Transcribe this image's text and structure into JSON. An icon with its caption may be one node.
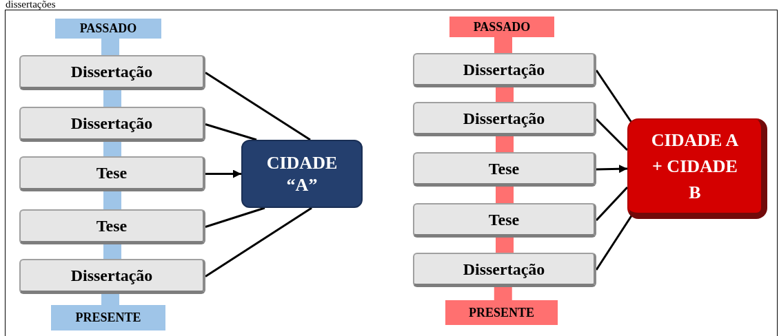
{
  "diagram": {
    "nodes": [
      {
        "text": [
          "PASSADO"
        ]
      },
      {
        "text": [
          "Dissertação"
        ]
      },
      {
        "text": [
          "Dissertação"
        ]
      },
      {
        "text": [
          "Tese"
        ]
      },
      {
        "text": [
          "Tese"
        ]
      },
      {
        "text": [
          "Dissertação"
        ]
      },
      {
        "text": [
          "PRESENTE"
        ]
      },
      {
        "text": [
          "CIDADE “A”"
        ]
      },
      {
        "text": [
          "PASSADO"
        ]
      },
      {
        "text": [
          "Dissertação"
        ]
      },
      {
        "text": [
          "Dissertação"
        ]
      },
      {
        "text": [
          "Tese"
        ]
      },
      {
        "text": [
          "Tese"
        ]
      },
      {
        "text": [
          "Dissertação"
        ]
      },
      {
        "text": [
          "PRESENTE"
        ]
      },
      {
        "text": [
          "CIDADE A + CIDADE B"
        ]
      }
    ],
    "edges": [
      {
        "from": 0,
        "to": 1,
        "arrow": "none",
        "color": "#9fc5e8"
      },
      {
        "from": 1,
        "to": 2,
        "arrow": "none",
        "color": "#9fc5e8"
      },
      {
        "from": 2,
        "to": 3,
        "arrow": "none",
        "color": "#9fc5e8"
      },
      {
        "from": 3,
        "to": 4,
        "arrow": "none",
        "color": "#9fc5e8"
      },
      {
        "from": 4,
        "to": 5,
        "arrow": "none",
        "color": "#9fc5e8"
      },
      {
        "from": 5,
        "to": 6,
        "arrow": "none",
        "color": "#9fc5e8"
      },
      {
        "from": 1,
        "to": 7,
        "arrow": "none"
      },
      {
        "from": 2,
        "to": 7,
        "arrow": "none"
      },
      {
        "from": 3,
        "to": 7,
        "arrow": "to"
      },
      {
        "from": 4,
        "to": 7,
        "arrow": "none"
      },
      {
        "from": 5,
        "to": 7,
        "arrow": "none"
      },
      {
        "from": 8,
        "to": 9,
        "arrow": "none",
        "color": "#ff7070"
      },
      {
        "from": 9,
        "to": 10,
        "arrow": "none",
        "color": "#ff7070"
      },
      {
        "from": 10,
        "to": 11,
        "arrow": "none",
        "color": "#ff7070"
      },
      {
        "from": 11,
        "to": 12,
        "arrow": "none",
        "color": "#ff7070"
      },
      {
        "from": 12,
        "to": 13,
        "arrow": "none",
        "color": "#ff7070"
      },
      {
        "from": 13,
        "to": 14,
        "arrow": "none",
        "color": "#ff7070"
      },
      {
        "from": 9,
        "to": 15,
        "arrow": "none"
      },
      {
        "from": 10,
        "to": 15,
        "arrow": "none"
      },
      {
        "from": 11,
        "to": 15,
        "arrow": "to"
      },
      {
        "from": 12,
        "to": 15,
        "arrow": "none"
      },
      {
        "from": 13,
        "to": 15,
        "arrow": "none"
      }
    ],
    "labels": [
      "dissertações"
    ]
  }
}
